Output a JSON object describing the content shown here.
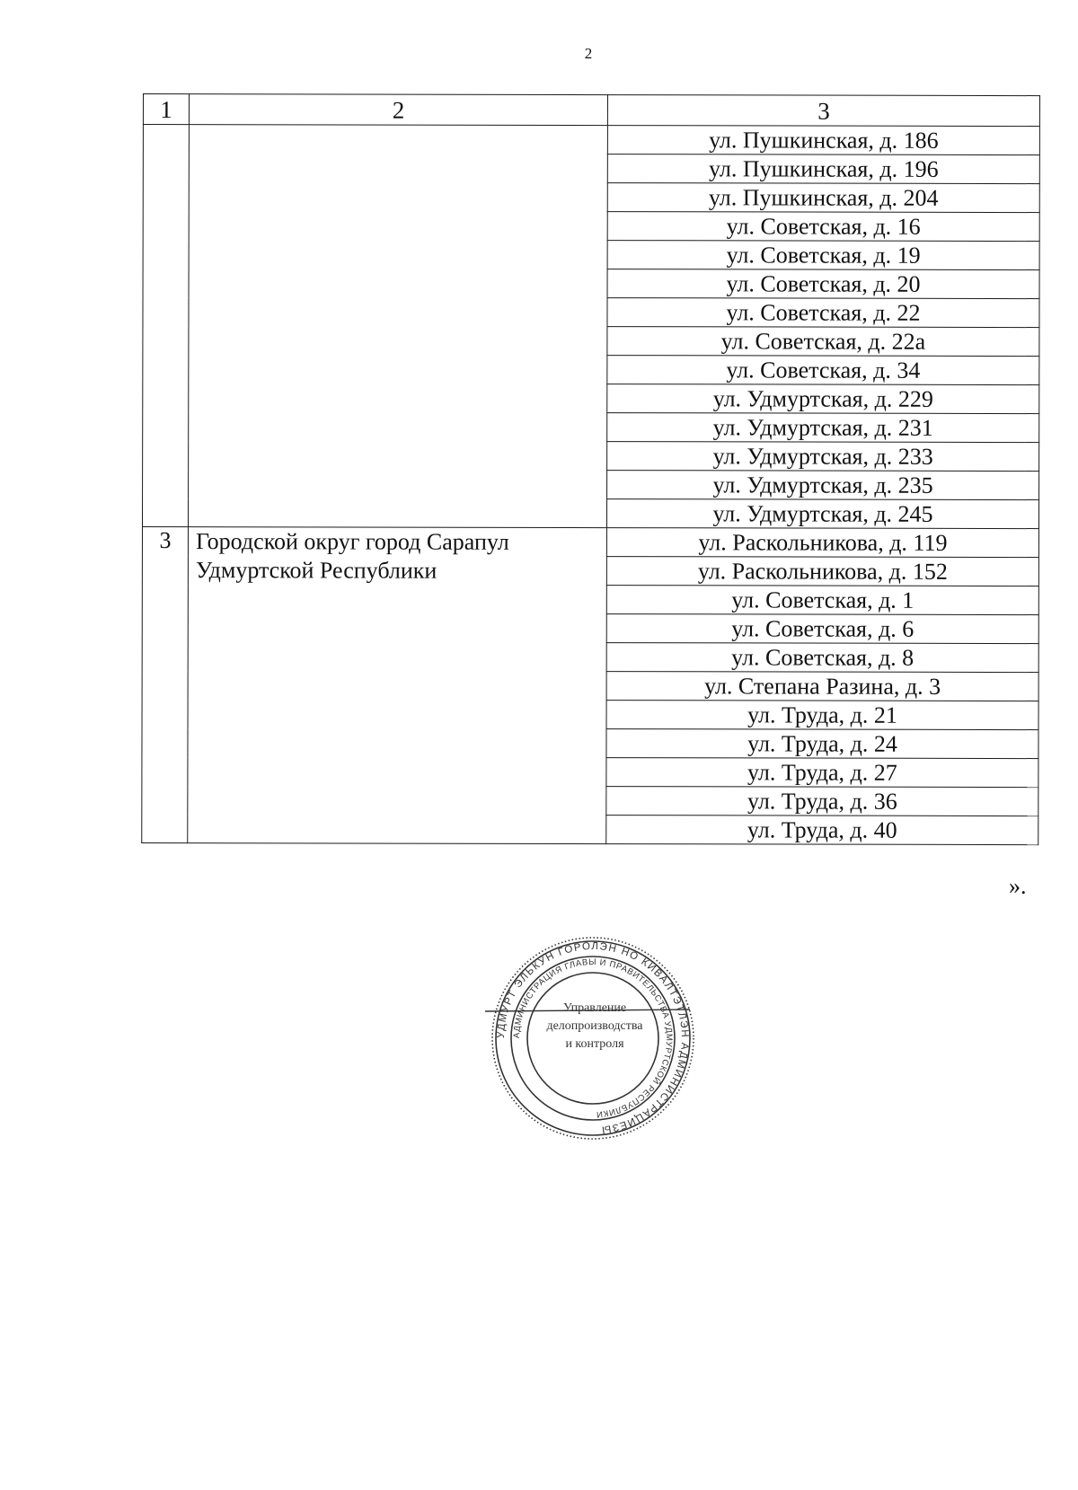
{
  "page_number": "2",
  "table": {
    "headers": [
      "1",
      "2",
      "3"
    ],
    "groups": [
      {
        "number": "",
        "organization": "",
        "addresses": [
          "ул. Пушкинская, д. 186",
          "ул. Пушкинская, д. 196",
          "ул. Пушкинская, д. 204",
          "ул. Советская, д. 16",
          "ул. Советская, д. 19",
          "ул. Советская, д. 20",
          "ул. Советская, д. 22",
          "ул. Советская, д. 22а",
          "ул. Советская, д. 34",
          "ул. Удмуртская, д. 229",
          "ул. Удмуртская, д. 231",
          "ул. Удмуртская, д. 233",
          "ул. Удмуртская, д. 235",
          "ул. Удмуртская, д. 245"
        ]
      },
      {
        "number": "3",
        "organization": "Городской округ город Сарапул Удмуртской Республики",
        "addresses": [
          "ул. Раскольникова, д. 119",
          "ул. Раскольникова, д. 152",
          "ул. Советская, д. 1",
          "ул. Советская, д. 6",
          "ул. Советская, д. 8",
          "ул. Степана Разина, д. 3",
          "ул. Труда, д. 21",
          "ул. Труда, д. 24",
          "ул. Труда, д. 27",
          "ул. Труда, д. 36",
          "ул. Труда, д. 40"
        ]
      }
    ]
  },
  "closing_mark": "».",
  "stamp": {
    "outer_ring_text": "УДМУРТ ЭЛЬКУН ГОРОЛЭН НО КИВАЛТЭТЛЭН АДМИНИСТРАЦИЕЗЫ",
    "inner_ring_text": "АДМИНИСТРАЦИЯ ГЛАВЫ И ПРАВИТЕЛЬСТВА УДМУРТСКОЙ РЕСПУБЛИКИ",
    "center_lines": [
      "Управление",
      "делопроизводства",
      "и контроля"
    ],
    "color": "#333333"
  }
}
